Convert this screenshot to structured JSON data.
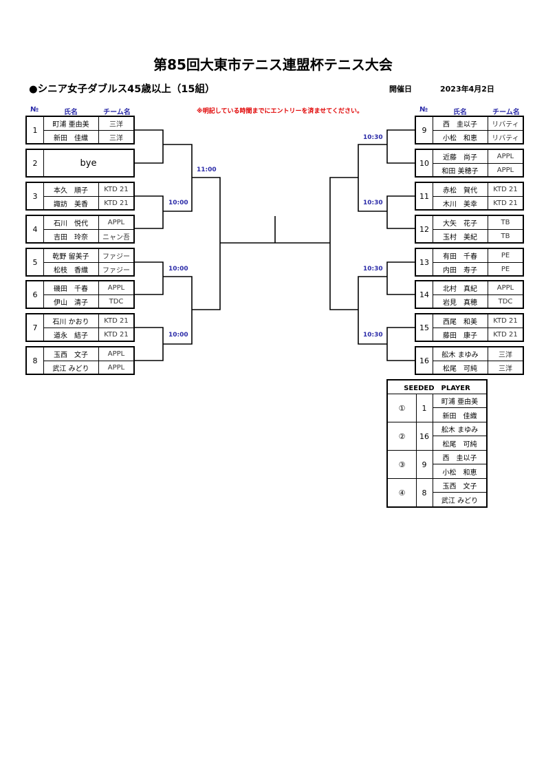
{
  "header": {
    "title": "第85回大東市テニス連盟杯テニス大会",
    "subtitle": "●シニア女子ダブルス45歳以上（15組）",
    "date_label": "開催日",
    "date": "2023年4月2日",
    "note": "※明記している時間までにエントリーを済ませてください。"
  },
  "columns": {
    "no": "№",
    "name": "氏名",
    "team": "チーム名"
  },
  "left_entries": [
    {
      "no": "1",
      "players": [
        {
          "name": "町浦 亜由美",
          "team": "三洋"
        },
        {
          "name": "新田　佳織",
          "team": "三洋"
        }
      ]
    },
    {
      "no": "2",
      "bye": "bye"
    },
    {
      "no": "3",
      "players": [
        {
          "name": "本久　順子",
          "team": "KTD 21"
        },
        {
          "name": "諏訪　美香",
          "team": "KTD 21"
        }
      ]
    },
    {
      "no": "4",
      "players": [
        {
          "name": "石川　悦代",
          "team": "APPL"
        },
        {
          "name": "吉田　玲奈",
          "team": "ニャン吾"
        }
      ]
    },
    {
      "no": "5",
      "players": [
        {
          "name": "乾野 留美子",
          "team": "ファジー"
        },
        {
          "name": "松枝　香織",
          "team": "ファジー"
        }
      ]
    },
    {
      "no": "6",
      "players": [
        {
          "name": "磯田　千春",
          "team": "APPL"
        },
        {
          "name": "伊山　清子",
          "team": "TDC"
        }
      ]
    },
    {
      "no": "7",
      "players": [
        {
          "name": "石川 かおり",
          "team": "KTD 21"
        },
        {
          "name": "道永　結子",
          "team": "KTD 21"
        }
      ]
    },
    {
      "no": "8",
      "players": [
        {
          "name": "玉西　文子",
          "team": "APPL"
        },
        {
          "name": "武江 みどり",
          "team": "APPL"
        }
      ]
    }
  ],
  "right_entries": [
    {
      "no": "9",
      "players": [
        {
          "name": "西　圭以子",
          "team": "リバティ"
        },
        {
          "name": "小松　和恵",
          "team": "リバティ"
        }
      ]
    },
    {
      "no": "10",
      "players": [
        {
          "name": "近藤　尚子",
          "team": "APPL"
        },
        {
          "name": "和田 美穂子",
          "team": "APPL"
        }
      ]
    },
    {
      "no": "11",
      "players": [
        {
          "name": "赤松　賀代",
          "team": "KTD 21"
        },
        {
          "name": "木川　美幸",
          "team": "KTD 21"
        }
      ]
    },
    {
      "no": "12",
      "players": [
        {
          "name": "大矢　花子",
          "team": "TB"
        },
        {
          "name": "玉村　美紀",
          "team": "TB"
        }
      ]
    },
    {
      "no": "13",
      "players": [
        {
          "name": "有田　千春",
          "team": "PE"
        },
        {
          "name": "内田　寿子",
          "team": "PE"
        }
      ]
    },
    {
      "no": "14",
      "players": [
        {
          "name": "北村　真紀",
          "team": "APPL"
        },
        {
          "name": "岩見　真穂",
          "team": "TDC"
        }
      ]
    },
    {
      "no": "15",
      "players": [
        {
          "name": "西尾　和美",
          "team": "KTD 21"
        },
        {
          "name": "藤田　康子",
          "team": "KTD 21"
        }
      ]
    },
    {
      "no": "16",
      "players": [
        {
          "name": "舩木 まゆみ",
          "team": "三洋"
        },
        {
          "name": "松尾　可純",
          "team": "三洋"
        }
      ]
    }
  ],
  "times": {
    "l_r2_top": "11:00",
    "l_r1_a": "10:00",
    "l_r1_b": "10:00",
    "l_r1_c": "10:00",
    "r_r1_a": "10:30",
    "r_r1_b": "10:30",
    "r_r1_c": "10:30",
    "r_r1_d": "10:30"
  },
  "seeded": {
    "title": "SEEDED　PLAYER",
    "groups": [
      {
        "mark": "①",
        "no": "1",
        "players": [
          "町浦 亜由美",
          "新田　佳織"
        ]
      },
      {
        "mark": "②",
        "no": "16",
        "players": [
          "舩木 まゆみ",
          "松尾　可純"
        ]
      },
      {
        "mark": "③",
        "no": "9",
        "players": [
          "西　圭以子",
          "小松　和恵"
        ]
      },
      {
        "mark": "④",
        "no": "8",
        "players": [
          "玉西　文子",
          "武江 みどり"
        ]
      }
    ]
  }
}
